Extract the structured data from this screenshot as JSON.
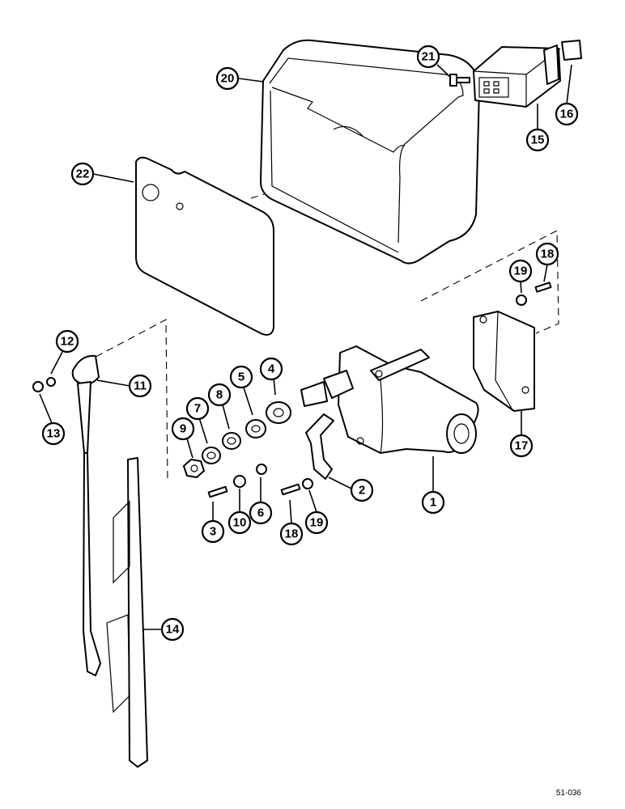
{
  "drawing_code": "51-036",
  "callouts": [
    {
      "id": "1",
      "label": "1"
    },
    {
      "id": "2",
      "label": "2"
    },
    {
      "id": "3",
      "label": "3"
    },
    {
      "id": "4",
      "label": "4"
    },
    {
      "id": "5",
      "label": "5"
    },
    {
      "id": "6",
      "label": "6"
    },
    {
      "id": "7",
      "label": "7"
    },
    {
      "id": "8",
      "label": "8"
    },
    {
      "id": "9",
      "label": "9"
    },
    {
      "id": "10",
      "label": "10"
    },
    {
      "id": "11",
      "label": "11"
    },
    {
      "id": "12",
      "label": "12"
    },
    {
      "id": "13",
      "label": "13"
    },
    {
      "id": "14",
      "label": "14"
    },
    {
      "id": "15",
      "label": "15"
    },
    {
      "id": "16",
      "label": "16"
    },
    {
      "id": "17",
      "label": "17"
    },
    {
      "id": "18a",
      "label": "18"
    },
    {
      "id": "18b",
      "label": "18"
    },
    {
      "id": "19a",
      "label": "19"
    },
    {
      "id": "19b",
      "label": "19"
    },
    {
      "id": "20",
      "label": "20"
    },
    {
      "id": "21",
      "label": "21"
    },
    {
      "id": "22",
      "label": "22"
    }
  ]
}
